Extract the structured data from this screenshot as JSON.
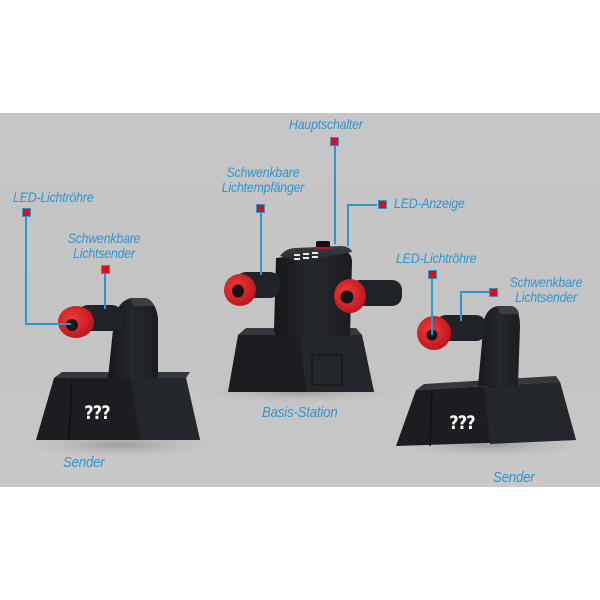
{
  "labels": {
    "main_switch": "Hauptschalter",
    "swivel_receiver_line1": "Schwenkbare",
    "swivel_receiver_line2": "Lichtempfänger",
    "led_display": "LED-Anzeige",
    "left_led_tube": "LED-Lichtröhre",
    "left_swivel_sender_line1": "Schwenkbare",
    "left_swivel_sender_line2": "Lichtsender",
    "right_led_tube": "LED-Lichtröhre",
    "right_swivel_sender_line1": "Schwenkbare",
    "right_swivel_sender_line2": "Lichtsender",
    "base_station": "Basis-Station",
    "left_sender": "Sender",
    "right_sender": "Sender"
  },
  "devices": {
    "left_sender_mark": "???",
    "right_sender_mark": "???"
  },
  "colors": {
    "label_blue": "#2f95cf",
    "marker_red": "#d8101c",
    "device_body": "#1c1e22",
    "lens_red": "#d31a22",
    "background_gray": "#c5c5c5"
  }
}
